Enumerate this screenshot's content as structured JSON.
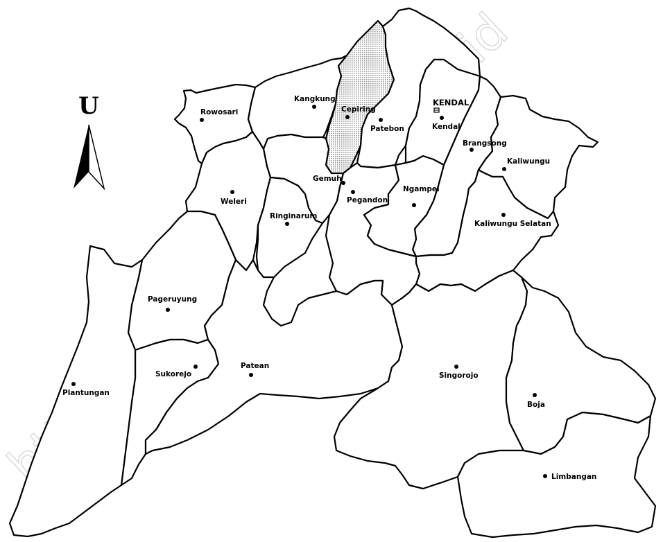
{
  "map": {
    "north_letter": "U",
    "watermark": "https://kendalkab.bps.go.id",
    "highlight_color": "#b8b8b8",
    "capital": {
      "name": "KENDAL",
      "icon": "building-icon"
    },
    "districts": [
      {
        "id": "rowosari",
        "label": "Rowosari"
      },
      {
        "id": "kangkung",
        "label": "Kangkung"
      },
      {
        "id": "cepiring",
        "label": "Cepiring",
        "highlighted": true
      },
      {
        "id": "patebon",
        "label": "Patebon"
      },
      {
        "id": "kendal",
        "label": "Kendal"
      },
      {
        "id": "brangsong",
        "label": "Brangsong"
      },
      {
        "id": "kaliwungu",
        "label": "Kaliwungu"
      },
      {
        "id": "kaliwungu-selatan",
        "label": "Kaliwungu Selatan"
      },
      {
        "id": "gemuh",
        "label": "Gemuh"
      },
      {
        "id": "pegandon",
        "label": "Pegandon"
      },
      {
        "id": "ngampel",
        "label": "Ngampel"
      },
      {
        "id": "weleri",
        "label": "Weleri"
      },
      {
        "id": "ringinarum",
        "label": "Ringinarum"
      },
      {
        "id": "pageruyung",
        "label": "Pageruyung"
      },
      {
        "id": "sukorejo",
        "label": "Sukorejo"
      },
      {
        "id": "patean",
        "label": "Patean"
      },
      {
        "id": "plantungan",
        "label": "Plantungan"
      },
      {
        "id": "singorojo",
        "label": "Singorojo"
      },
      {
        "id": "boja",
        "label": "Boja"
      },
      {
        "id": "limbangan",
        "label": "Limbangan"
      }
    ]
  }
}
